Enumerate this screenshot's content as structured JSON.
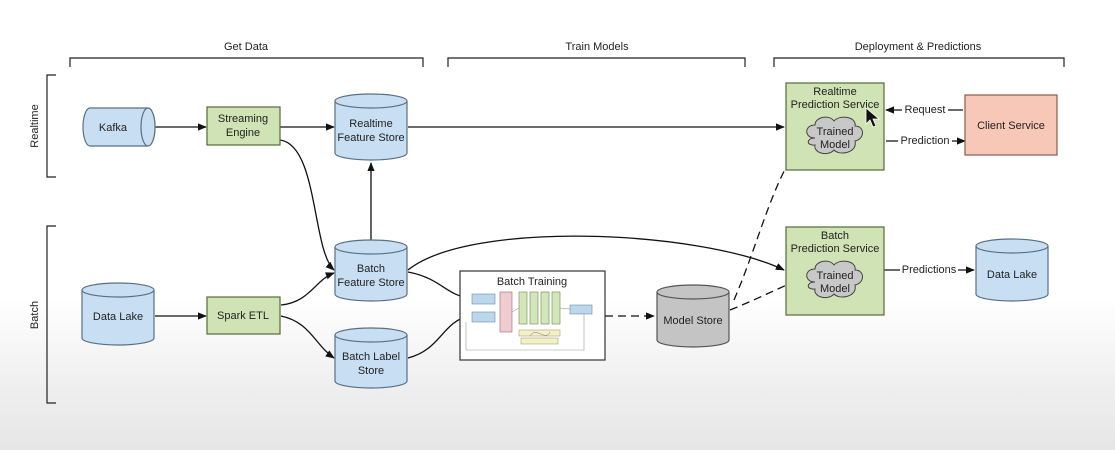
{
  "sections": {
    "get_data": "Get Data",
    "train_models": "Train Models",
    "deployment": "Deployment & Predictions"
  },
  "lanes": {
    "realtime": "Realtime",
    "batch": "Batch"
  },
  "nodes": {
    "kafka": "Kafka",
    "streaming_engine": [
      "Streaming",
      "Engine"
    ],
    "realtime_feature_store": [
      "Realtime",
      "Feature Store"
    ],
    "realtime_prediction_service": [
      "Realtime",
      "Prediction Service"
    ],
    "trained_model": [
      "Trained",
      "Model"
    ],
    "client_service": "Client Service",
    "data_lake": "Data Lake",
    "spark_etl": "Spark ETL",
    "batch_feature_store": [
      "Batch",
      "Feature Store"
    ],
    "batch_label_store": [
      "Batch Label",
      "Store"
    ],
    "batch_training": "Batch Training",
    "model_store": "Model Store",
    "batch_prediction_service": [
      "Batch",
      "Prediction Service"
    ],
    "output_data_lake": "Data Lake"
  },
  "edges": {
    "request": "Request",
    "prediction": "Prediction",
    "predictions": "Predictions"
  },
  "colors": {
    "blue_fill": "#c8dff3",
    "blue_stroke": "#5a6f82",
    "green_fill": "#cfe3b4",
    "green_stroke": "#556b3a",
    "pink_fill": "#f7c7b8",
    "pink_stroke": "#8a5a4a",
    "gray_fill": "#c4c4c4",
    "gray_stroke": "#555555",
    "cloud_fill": "#c8c8c8"
  }
}
